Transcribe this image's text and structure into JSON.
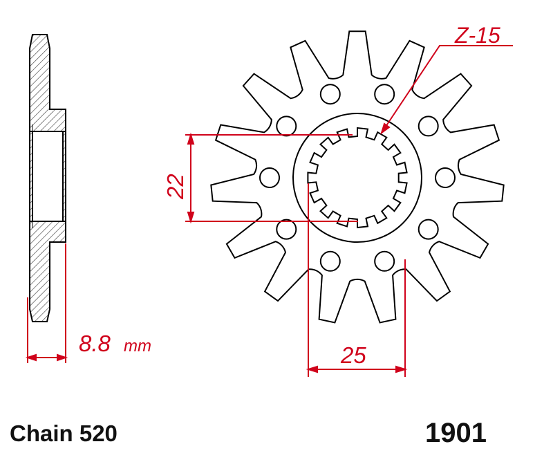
{
  "drawing": {
    "teeth_label": "Z-15",
    "spline_width_label": "22",
    "bolt_spacing_label": "25",
    "thickness_value": "8.8",
    "thickness_unit": "mm"
  },
  "footer": {
    "chain": "Chain 520",
    "part_number": "1901"
  },
  "colors": {
    "outline": "#000000",
    "dimension": "#d0021b",
    "hatch": "#444444",
    "background": "#ffffff"
  },
  "sprocket": {
    "teeth": 15,
    "bolt_holes": 10,
    "splines": 15
  }
}
